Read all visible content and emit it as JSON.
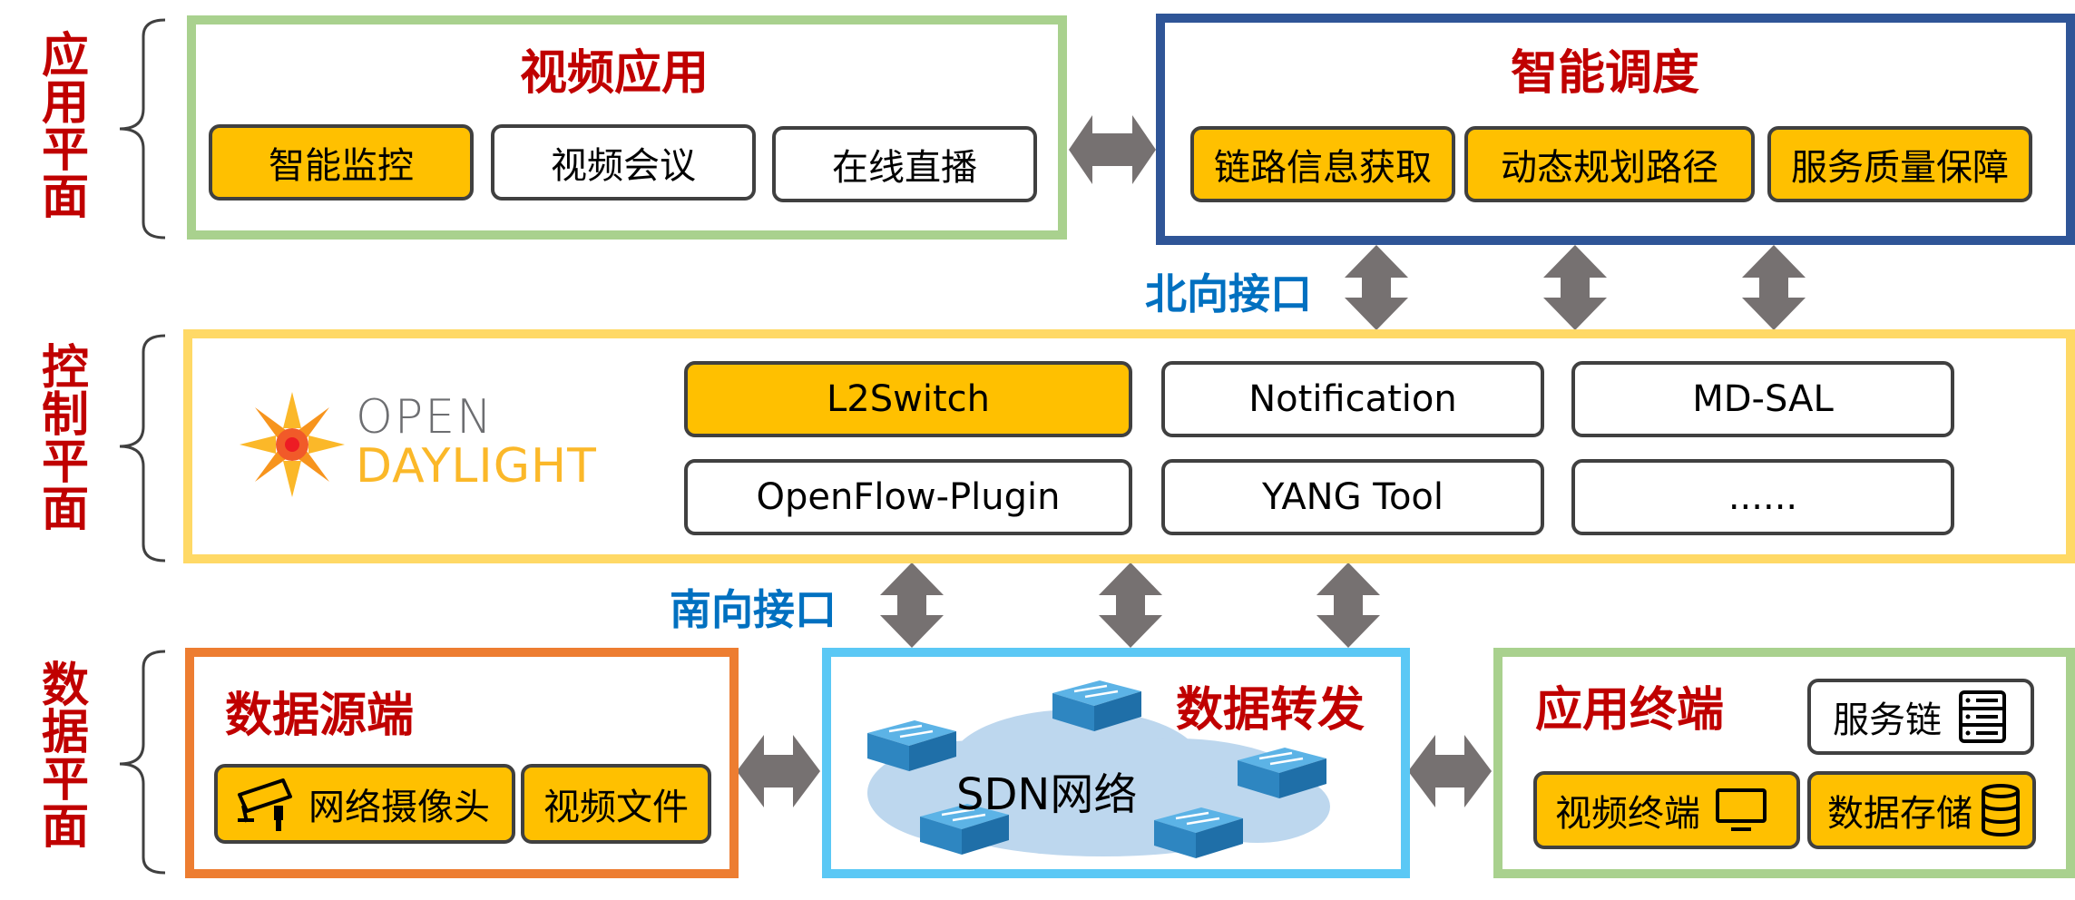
{
  "planes": {
    "app": [
      "应",
      "用",
      "平",
      "面"
    ],
    "control": [
      "控",
      "制",
      "平",
      "面"
    ],
    "data": [
      "数",
      "据",
      "平",
      "面"
    ]
  },
  "video_app": {
    "title": "视频应用",
    "items": [
      "智能监控",
      "视频会议",
      "在线直播"
    ]
  },
  "scheduling": {
    "title": "智能调度",
    "items": [
      "链路信息获取",
      "动态规划路径",
      "服务质量保障"
    ]
  },
  "interfaces": {
    "north": "北向接口",
    "south": "南向接口"
  },
  "controller": {
    "logo_line1": "OPEN",
    "logo_line2": "DAYLIGHT",
    "modules": [
      "L2Switch",
      "Notification",
      "MD-SAL",
      "OpenFlow-Plugin",
      "YANG Tool",
      "......"
    ]
  },
  "data_source": {
    "title": "数据源端",
    "items": [
      "网络摄像头",
      "视频文件"
    ]
  },
  "forwarding": {
    "title": "数据转发",
    "network_label": "SDN网络"
  },
  "terminal": {
    "title": "应用终端",
    "items": [
      "服务链",
      "视频终端",
      "数据存储"
    ]
  },
  "colors": {
    "red": "#c00000",
    "blue": "#0070c0",
    "highlight": "#ffc000",
    "green_frame": "#a9d18e",
    "navy_frame": "#2f5597",
    "yellow_frame": "#ffd966",
    "orange_frame": "#ed7d31",
    "cyan_frame": "#5bc8f5",
    "arrow": "#767171"
  }
}
